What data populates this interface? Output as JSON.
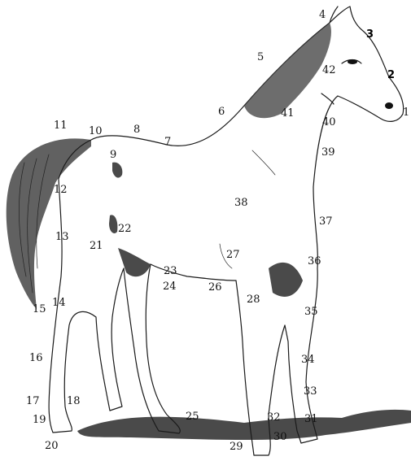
{
  "figure": {
    "labels": [
      "1",
      "2",
      "3",
      "4",
      "5",
      "6",
      "7",
      "8",
      "9",
      "10",
      "11",
      "12",
      "13",
      "14",
      "15",
      "16",
      "17",
      "18",
      "19",
      "20",
      "21",
      "22",
      "23",
      "24",
      "25",
      "26",
      "27",
      "28",
      "29",
      "30",
      "31",
      "32",
      "33",
      "34",
      "35",
      "36",
      "37",
      "38",
      "39",
      "40",
      "41",
      "42"
    ]
  }
}
